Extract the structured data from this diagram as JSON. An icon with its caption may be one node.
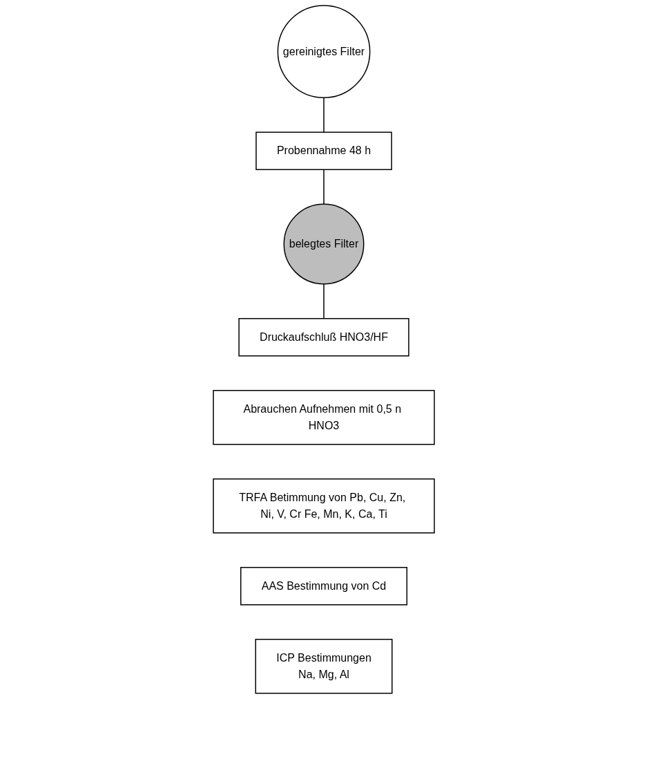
{
  "diagram": {
    "nodes": [
      {
        "text": [
          "gereinigtes Filter"
        ]
      },
      {
        "text": [
          "Probennahme 48 h"
        ]
      },
      {
        "text": [
          "belegtes Filter"
        ]
      },
      {
        "text": [
          "Druckaufschluß HNO3/HF"
        ]
      },
      {
        "text": [
          "Abrauchen Aufnehmen mit 0,5 n HNO3"
        ]
      },
      {
        "text": [
          "TRFA Betimmung von Pb, Cu, Zn, Ni, V, Cr Fe, Mn, K, Ca, Ti"
        ]
      },
      {
        "text": [
          "AAS Bestimmung von Cd"
        ]
      },
      {
        "text": [
          "ICP Bestimmungen",
          "Na, Mg, Al"
        ]
      }
    ],
    "edges": [
      {
        "from": 0,
        "to": 1,
        "arrow": "none"
      },
      {
        "from": 1,
        "to": 2,
        "arrow": "none"
      },
      {
        "from": 2,
        "to": 3,
        "arrow": "none"
      }
    ]
  }
}
